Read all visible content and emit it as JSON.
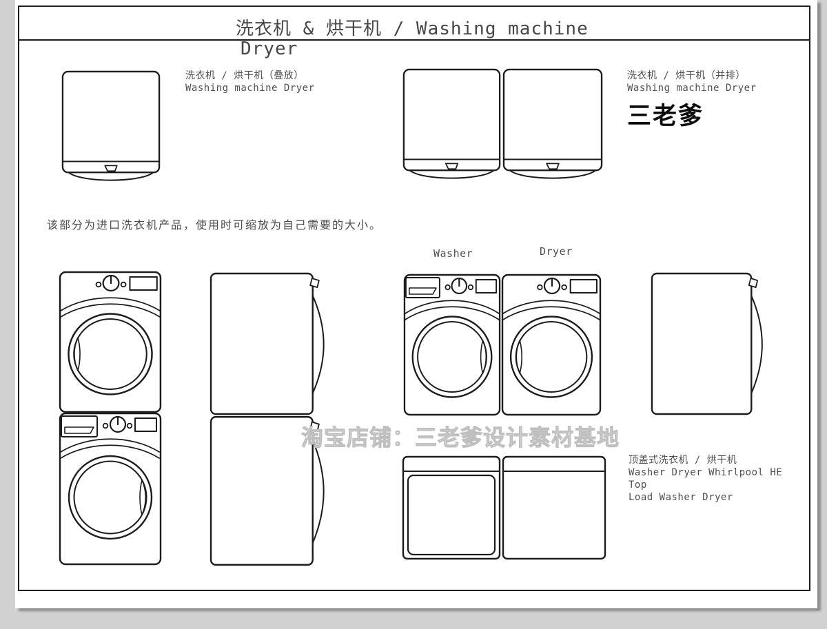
{
  "sheet": {
    "title_line1": "洗衣机 & 烘干机 / Washing machine",
    "title_line2": "Dryer",
    "note": "该部分为进口洗衣机产品，使用时可缩放为自己需要的大小。",
    "watermark": "淘宝店铺：三老爹设计素材基地",
    "brand_mark": "三老爹"
  },
  "sections": {
    "stacked_front": {
      "label_cn": "洗衣机 / 烘干机（叠放）",
      "label_en": "Washing machine Dryer"
    },
    "side_by_side_front": {
      "label_cn": "洗衣机 / 烘干机（并排）",
      "label_en": "Washing machine Dryer"
    },
    "detailed_pair": {
      "washer_label": "Washer",
      "dryer_label": "Dryer"
    },
    "top_load": {
      "label_cn": "顶盖式洗衣机 / 烘干机",
      "label_en_line1": "Washer Dryer Whirlpool HE",
      "label_en_line2": "Top",
      "label_en_line3": "Load Washer Dryer"
    }
  },
  "colors": {
    "background": "#d1d1d1",
    "paper": "#ffffff",
    "line": "#1c1c1c",
    "label_text": "#4f4f4f",
    "title_text": "#474747",
    "brand_text": "#0c0c0c",
    "watermark": "#bfbfbf"
  }
}
